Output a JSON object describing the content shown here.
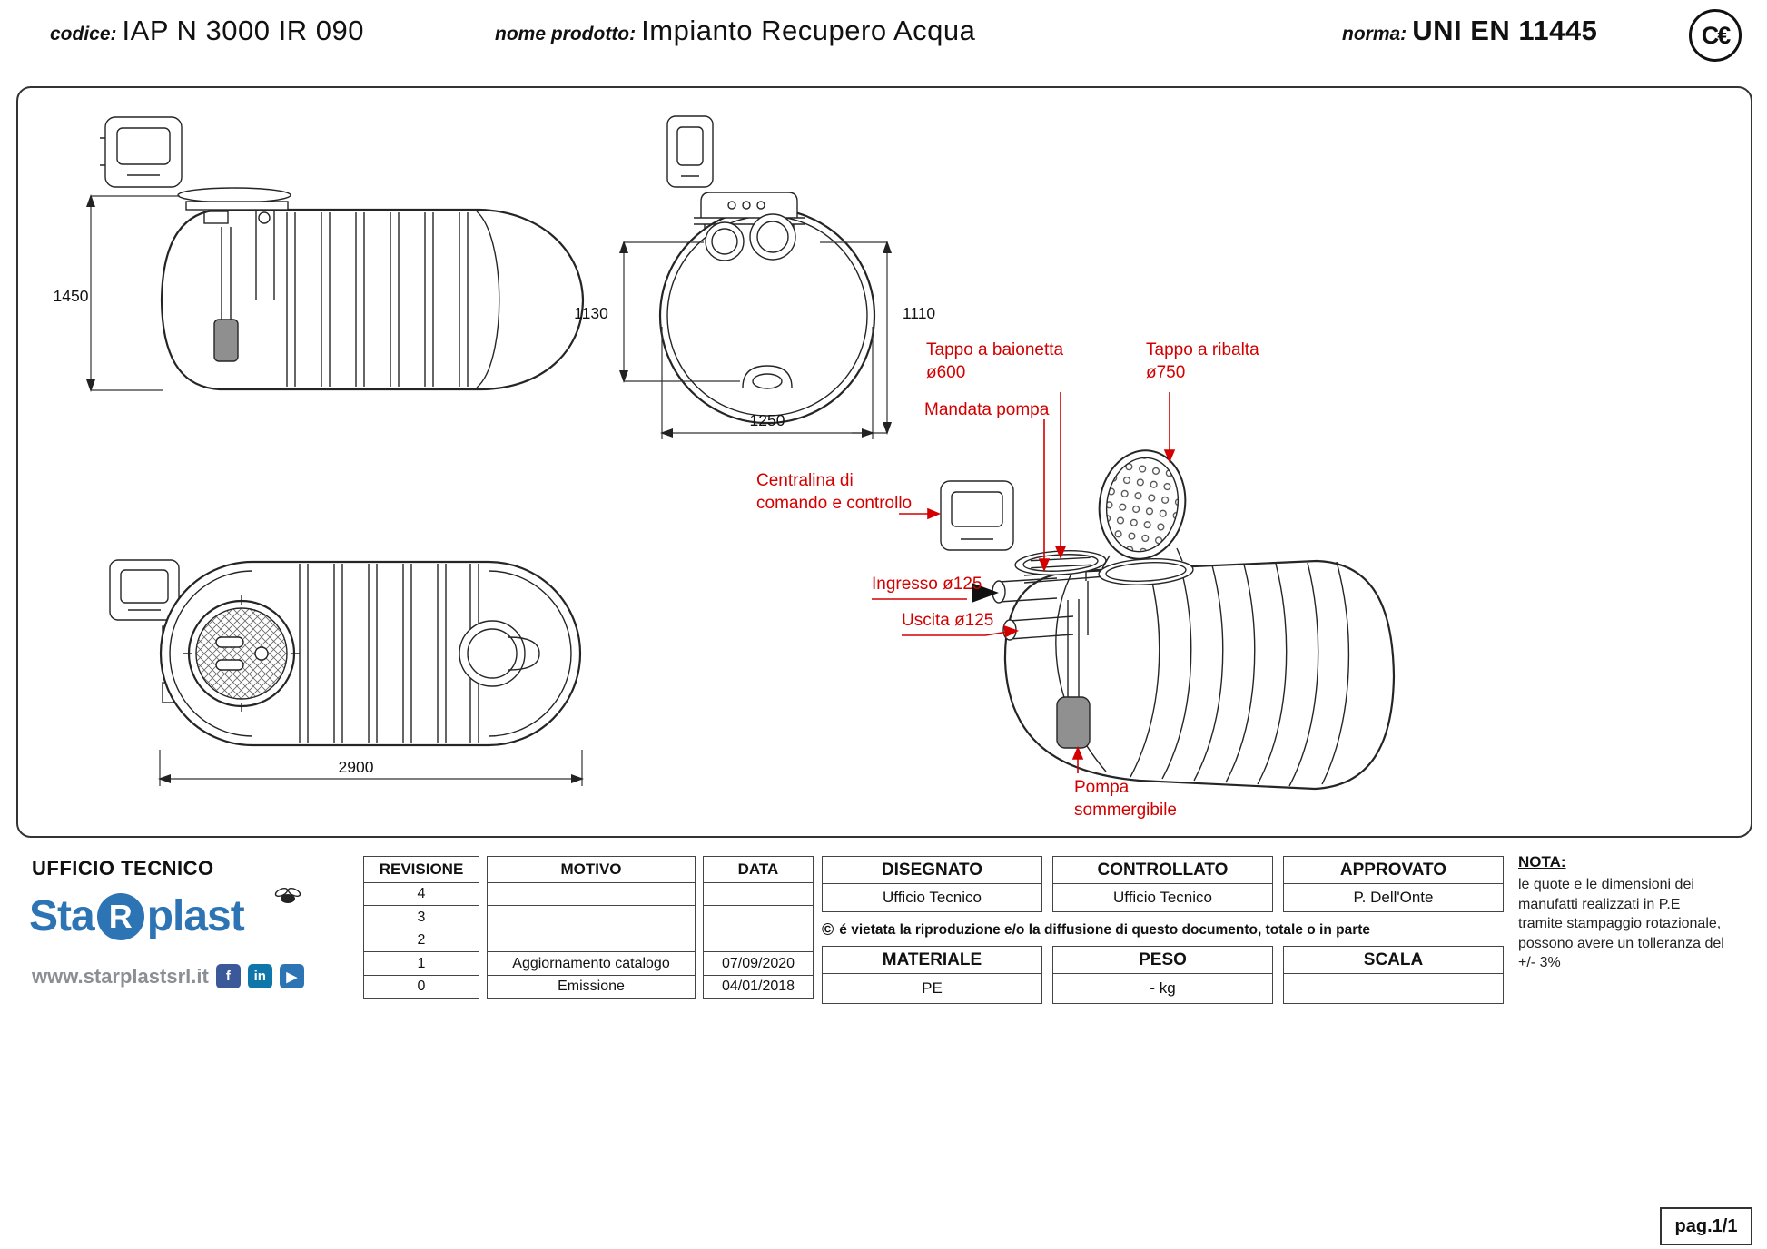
{
  "header": {
    "codice_label": "codice:",
    "codice_value": "IAP N 3000 IR 090",
    "nome_label": "nome prodotto:",
    "nome_value": "Impianto Recupero Acqua",
    "norma_label": "norma:",
    "norma_value": "UNI EN 11445",
    "ce": "C€"
  },
  "drawing": {
    "annotation_color": "#d40000",
    "dims": {
      "side_height": "1450",
      "front_left": "1130",
      "front_right": "1110",
      "front_width": "1250",
      "top_length": "2900"
    },
    "annotations": {
      "tappo_baionetta": "Tappo a baionetta\nø600",
      "tappo_ribalta": "Tappo a ribalta\nø750",
      "mandata_pompa": "Mandata pompa",
      "centralina": "Centralina di\ncomando e controllo",
      "ingresso": "Ingresso ø125",
      "uscita": "Uscita ø125",
      "pompa": "Pompa\nsommergibile"
    }
  },
  "footer": {
    "ufficio_tecnico": "UFFICIO TECNICO",
    "logo": {
      "part1": "Sta",
      "part2": "R",
      "part3": "plast"
    },
    "website": "www.starplastsrl.it",
    "social": {
      "facebook_glyph": "f",
      "linkedin_glyph": "in",
      "youtube_glyph": "▶"
    },
    "revision": {
      "rev_header": "REVISIONE",
      "motivo_header": "MOTIVO",
      "data_header": "DATA",
      "rows": [
        {
          "rev": "4",
          "motivo": "",
          "data": ""
        },
        {
          "rev": "3",
          "motivo": "",
          "data": ""
        },
        {
          "rev": "2",
          "motivo": "",
          "data": ""
        },
        {
          "rev": "1",
          "motivo": "Aggiornamento catalogo",
          "data": "07/09/2020"
        },
        {
          "rev": "0",
          "motivo": "Emissione",
          "data": "04/01/2018"
        }
      ]
    },
    "approvals": {
      "disegnato_label": "DISEGNATO",
      "disegnato_value": "Ufficio Tecnico",
      "controllato_label": "CONTROLLATO",
      "controllato_value": "Ufficio Tecnico",
      "approvato_label": "APPROVATO",
      "approvato_value": "P. Dell'Onte"
    },
    "copyright_symbol": "©",
    "copyright": "é vietata la riproduzione e/o la diffusione di questo documento, totale o in parte",
    "materials": {
      "materiale_label": "MATERIALE",
      "materiale_value": "PE",
      "peso_label": "PESO",
      "peso_value": "- kg",
      "scala_label": "SCALA",
      "scala_value": ""
    },
    "nota_label": "NOTA:",
    "nota_text": "le quote e le dimensioni dei manufatti realizzati in P.E tramite stampaggio rotazionale, possono avere un tolleranza del +/- 3%",
    "page": "pag.1/1"
  }
}
